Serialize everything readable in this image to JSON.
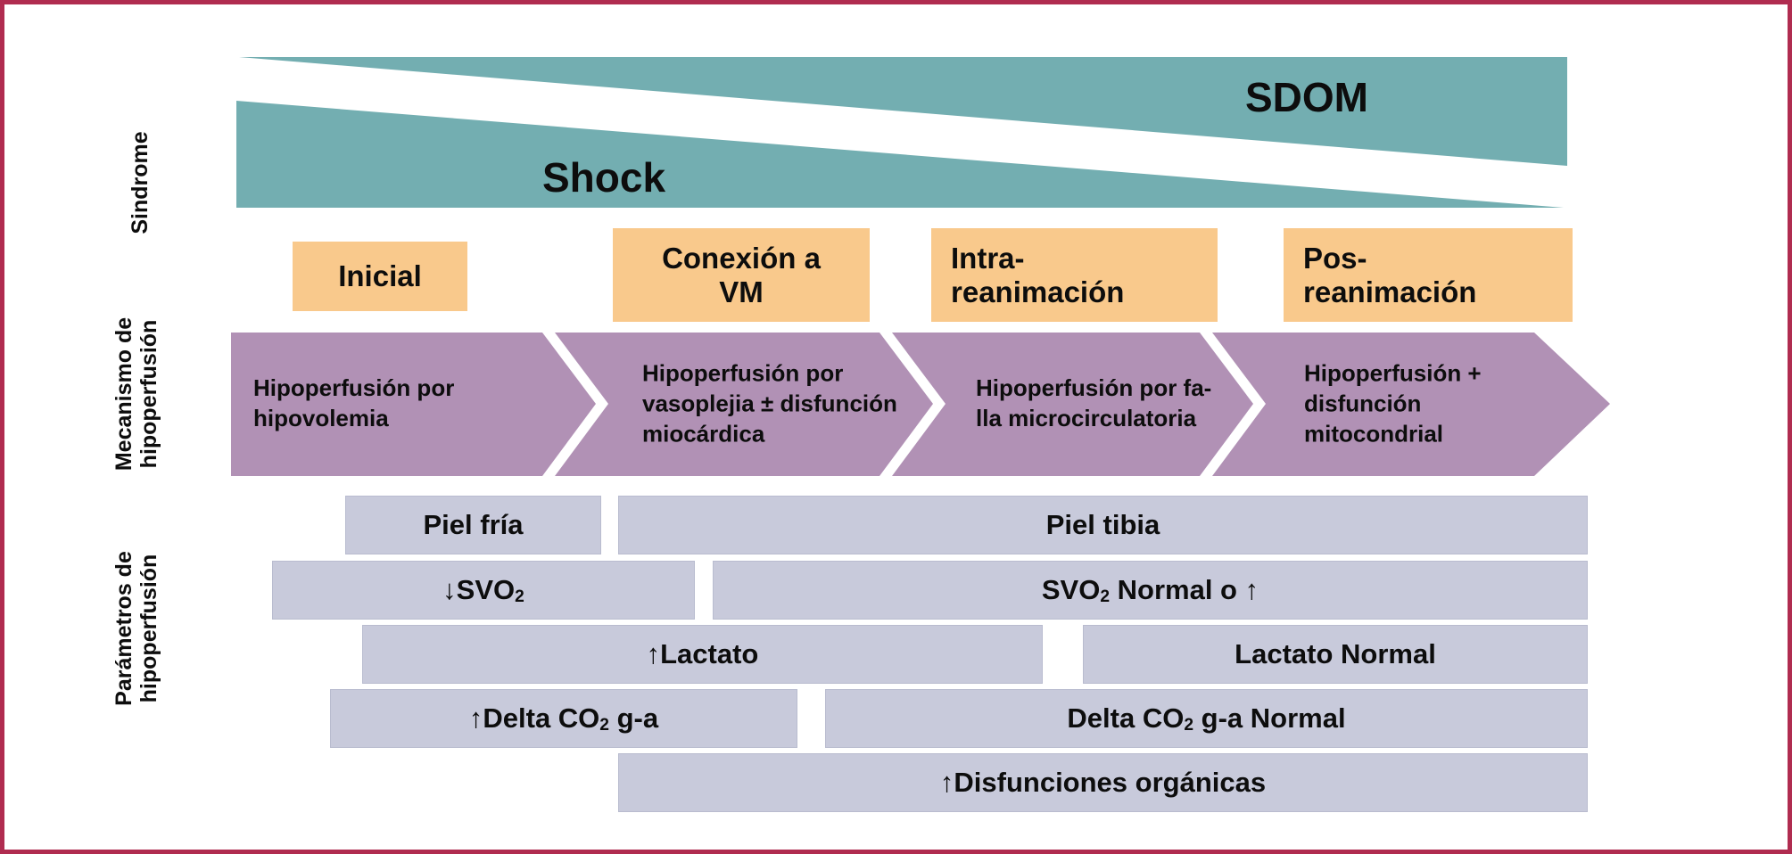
{
  "colors": {
    "border": "#B02C50",
    "teal": "#73AEB1",
    "orange": "#F9C98C",
    "purple": "#B191B5",
    "lavender": "#C8CADB",
    "ink": "#0D0D0D"
  },
  "axis_labels": {
    "sindrome": "Sindrome",
    "mecanismo_line1": "Mecanismo de",
    "mecanismo_line2": "hipoperfusión",
    "parametros_line1": "Parámetros de",
    "parametros_line2": "hipoperfusión"
  },
  "syndromes": {
    "shock": "Shock",
    "sdom": "SDOM"
  },
  "phases": [
    {
      "line1": "Inicial"
    },
    {
      "line1": "Conexión a",
      "line2": "VM"
    },
    {
      "line1": "Intra-",
      "line2": "reanimación"
    },
    {
      "line1": "Pos-",
      "line2": "reanimación"
    }
  ],
  "mechanisms": [
    {
      "line1": "Hipoperfusión por",
      "line2": "hipovolemia"
    },
    {
      "line1": "Hipoperfusión por",
      "line2": "vasoplejia ± disfunción",
      "line3": "miocárdica"
    },
    {
      "line1": "Hipoperfusión por fa-",
      "line2": "lla microcirculatoria"
    },
    {
      "line1": "Hipoperfusión +",
      "line2": "disfunción",
      "line3": "mitocondrial"
    }
  ],
  "parameters": [
    [
      {
        "pre": "Piel fría"
      },
      {
        "pre": "Piel tibia"
      }
    ],
    [
      {
        "pre": "↓SVO",
        "sub": "2"
      },
      {
        "pre": "SVO",
        "sub": "2",
        "post": " Normal o ↑"
      }
    ],
    [
      {
        "pre": "↑Lactato"
      },
      {
        "pre": "Lactato Normal"
      }
    ],
    [
      {
        "pre": "↑Delta CO",
        "sub": "2",
        "post": " g-a"
      },
      {
        "pre": "Delta CO",
        "sub": "2",
        "post": " g-a Normal"
      }
    ],
    [
      {
        "pre": "↑Disfunciones orgánicas"
      }
    ]
  ]
}
